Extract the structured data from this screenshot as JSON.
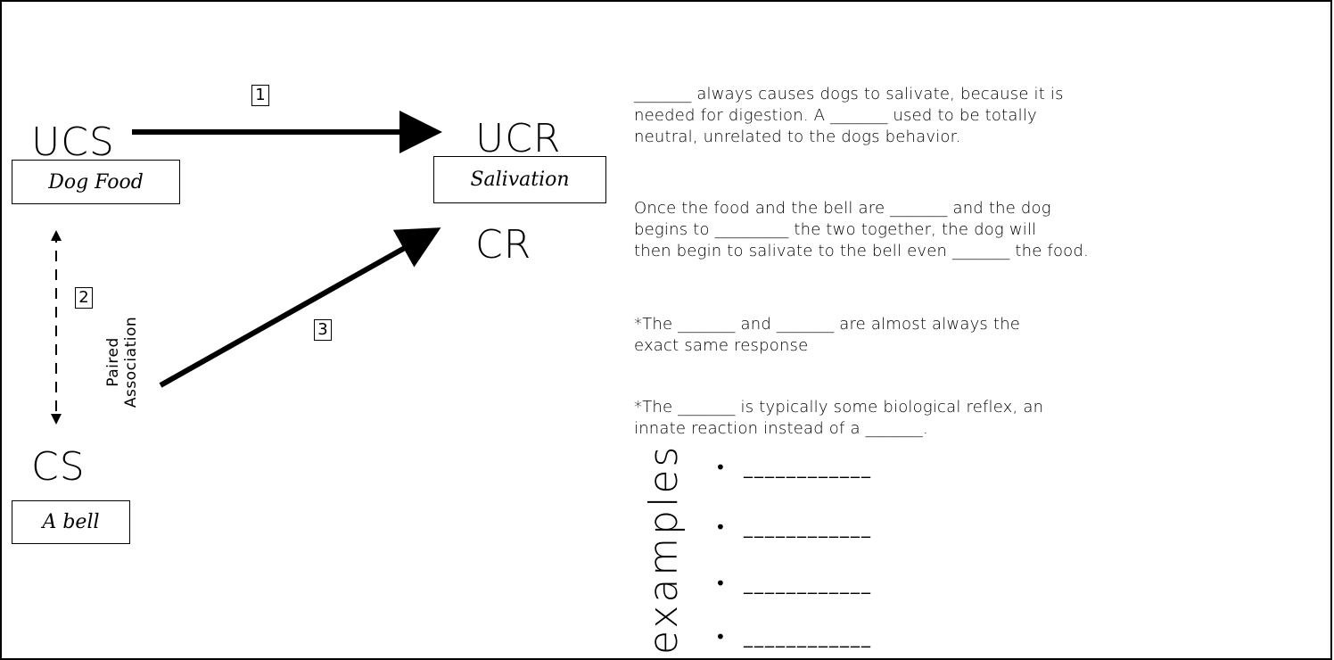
{
  "diagram": {
    "labels": {
      "ucs": "UCS",
      "ucr": "UCR",
      "cr": "CR",
      "cs": "CS"
    },
    "boxes": {
      "dog_food": "Dog Food",
      "salivation": "Salivation",
      "a_bell": "A bell"
    },
    "steps": {
      "step1": "1",
      "step2": "2",
      "step3": "3"
    },
    "paired_association": [
      "Paired",
      "Association"
    ]
  },
  "worksheet": {
    "paragraph1": [
      "_______ always causes dogs to salivate, because it is",
      "needed for digestion. A _______ used to be totally",
      "neutral, unrelated to the dogs behavior."
    ],
    "paragraph2": [
      "Once the food and the bell are _______ and the dog",
      "begins to _________ the two together, the dog will",
      "then begin to salivate to the bell even _______ the food."
    ],
    "note1": [
      "*The _______ and _______ are almost always the",
      "exact same response"
    ],
    "note2": [
      "*The _______ is typically some biological reflex, an",
      "innate reaction instead of a _______."
    ],
    "examples_label": "examples",
    "examples": [
      "____________",
      "____________",
      "____________",
      "____________"
    ]
  }
}
